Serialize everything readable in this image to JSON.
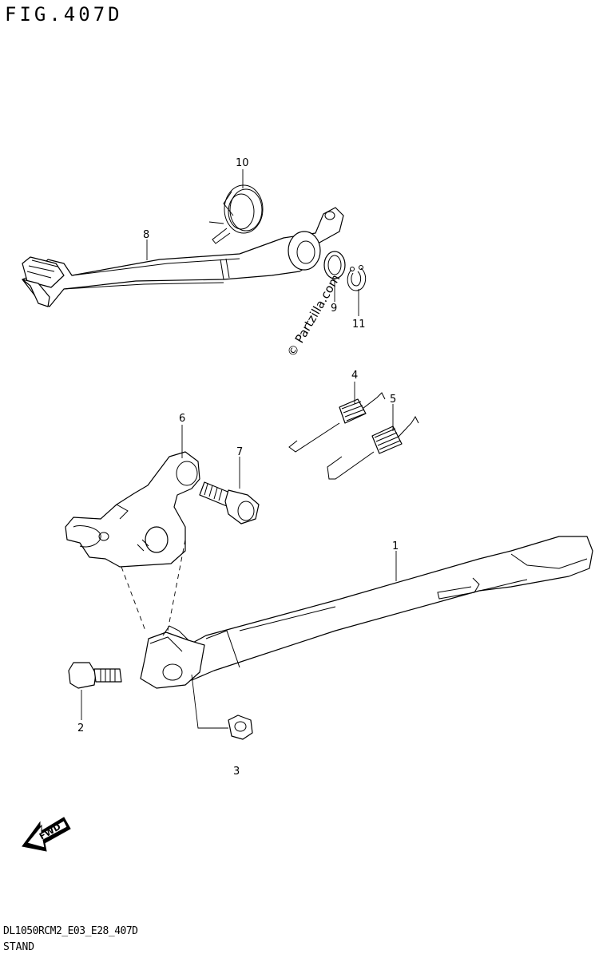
{
  "figure": {
    "title": "FIG.407D",
    "footer_code": "DL1050RCM2_E03_E28_407D",
    "footer_name": "STAND",
    "watermark": "© Partzilla.com",
    "fwd_label": "FWD"
  },
  "callouts": [
    {
      "id": "c1",
      "label": "1"
    },
    {
      "id": "c2",
      "label": "2"
    },
    {
      "id": "c3",
      "label": "3"
    },
    {
      "id": "c4",
      "label": "4"
    },
    {
      "id": "c5",
      "label": "5"
    },
    {
      "id": "c6",
      "label": "6"
    },
    {
      "id": "c7",
      "label": "7"
    },
    {
      "id": "c8",
      "label": "8"
    },
    {
      "id": "c9",
      "label": "9"
    },
    {
      "id": "c10",
      "label": "10"
    },
    {
      "id": "c11",
      "label": "11"
    }
  ]
}
